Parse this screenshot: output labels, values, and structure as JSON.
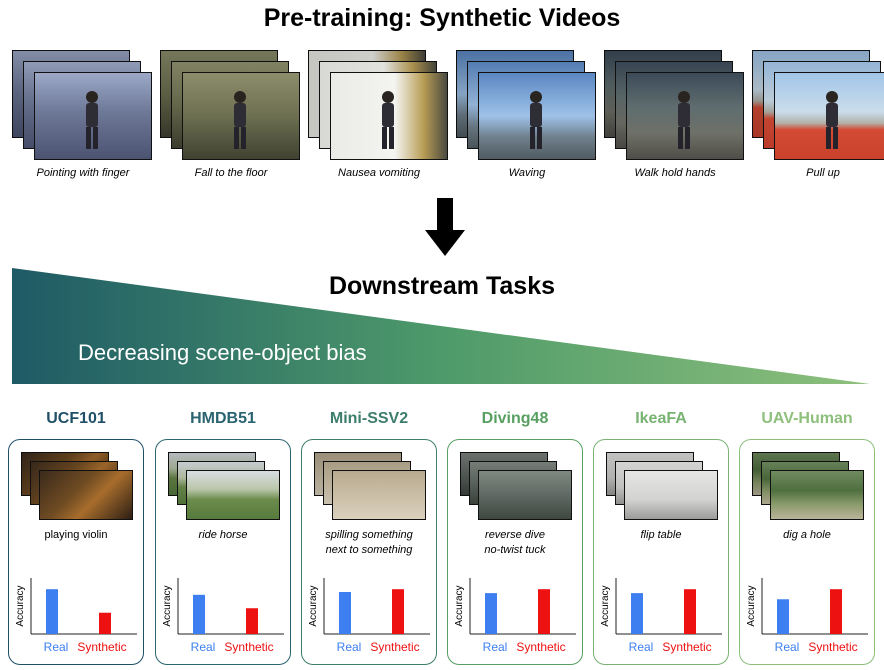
{
  "pretraining": {
    "title": "Pre-training: Synthetic Videos",
    "videos": [
      {
        "label": "Pointing with finger",
        "scene": "indoor-office"
      },
      {
        "label": "Fall to the floor",
        "scene": "indoor-room"
      },
      {
        "label": "Nausea vomiting",
        "scene": "kitchen"
      },
      {
        "label": "Waving",
        "scene": "outdoor-sky"
      },
      {
        "label": "Walk hold hands",
        "scene": "street"
      },
      {
        "label": "Pull up",
        "scene": "track"
      }
    ]
  },
  "downstream": {
    "title": "Downstream Tasks",
    "bias_label": "Decreasing scene-object bias",
    "gradient_colors": [
      "#1e5a66",
      "#4e9a6a",
      "#8ec07c"
    ]
  },
  "datasets": [
    {
      "name": "UCF101",
      "color": "#1f5068",
      "action": "playing violin",
      "italic": false,
      "scene": "violin"
    },
    {
      "name": "HMDB51",
      "color": "#2a6471",
      "action": "ride horse",
      "italic": true,
      "scene": "horse"
    },
    {
      "name": "Mini-SSV2",
      "color": "#3d7d6c",
      "action": "spilling something\nnext to something",
      "italic": true,
      "scene": "table"
    },
    {
      "name": "Diving48",
      "color": "#57a061",
      "action": "reverse dive\nno-twist tuck",
      "italic": true,
      "scene": "dive"
    },
    {
      "name": "IkeaFA",
      "color": "#78b372",
      "action": "flip table",
      "italic": true,
      "scene": "ikea"
    },
    {
      "name": "UAV-Human",
      "color": "#8ec07c",
      "action": "dig a hole",
      "italic": true,
      "scene": "forest"
    }
  ],
  "chart_data": [
    {
      "type": "bar",
      "title": "UCF101",
      "ylabel": "Accuracy",
      "categories": [
        "Real",
        "Synthetic"
      ],
      "values": [
        0.8,
        0.38
      ],
      "colors": [
        "#3d7ff0",
        "#ee1111"
      ]
    },
    {
      "type": "bar",
      "title": "HMDB51",
      "ylabel": "Accuracy",
      "categories": [
        "Real",
        "Synthetic"
      ],
      "values": [
        0.7,
        0.46
      ],
      "colors": [
        "#3d7ff0",
        "#ee1111"
      ]
    },
    {
      "type": "bar",
      "title": "Mini-SSV2",
      "ylabel": "Accuracy",
      "categories": [
        "Real",
        "Synthetic"
      ],
      "values": [
        0.75,
        0.8
      ],
      "colors": [
        "#3d7ff0",
        "#ee1111"
      ]
    },
    {
      "type": "bar",
      "title": "Diving48",
      "ylabel": "Accuracy",
      "categories": [
        "Real",
        "Synthetic"
      ],
      "values": [
        0.73,
        0.8
      ],
      "colors": [
        "#3d7ff0",
        "#ee1111"
      ]
    },
    {
      "type": "bar",
      "title": "IkeaFA",
      "ylabel": "Accuracy",
      "categories": [
        "Real",
        "Synthetic"
      ],
      "values": [
        0.73,
        0.8
      ],
      "colors": [
        "#3d7ff0",
        "#ee1111"
      ]
    },
    {
      "type": "bar",
      "title": "UAV-Human",
      "ylabel": "Accuracy",
      "categories": [
        "Real",
        "Synthetic"
      ],
      "values": [
        0.62,
        0.8
      ],
      "colors": [
        "#3d7ff0",
        "#ee1111"
      ]
    }
  ]
}
